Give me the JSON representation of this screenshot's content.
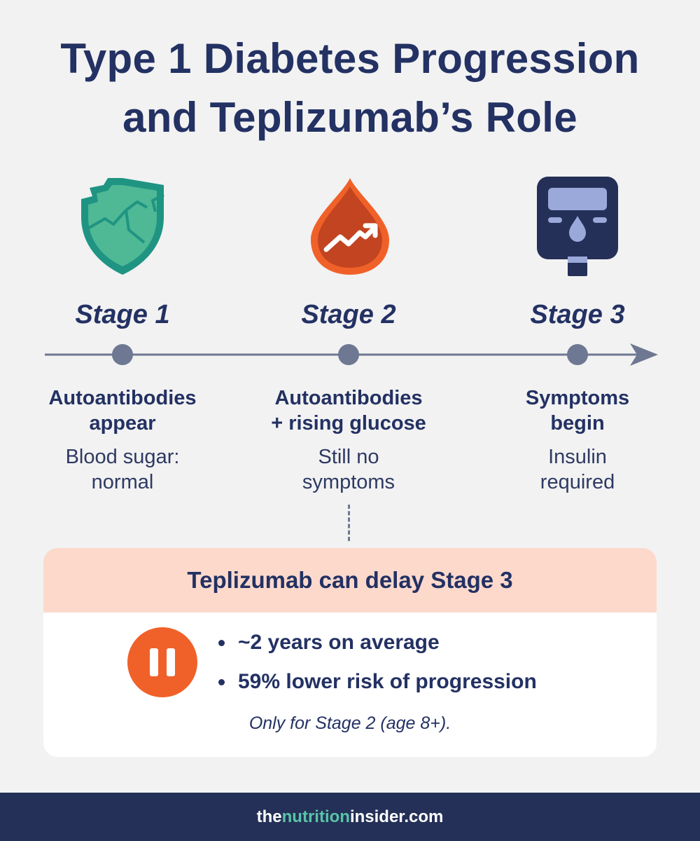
{
  "title": {
    "line1": "Type 1 Diabetes Progression",
    "line2": "and Teplizumab’s Role"
  },
  "stages": [
    {
      "label": "Stage 1",
      "icon": "cracked-shield-icon",
      "heading_line1": "Autoantibodies",
      "heading_line2": "appear",
      "detail_line1": "Blood sugar:",
      "detail_line2": "normal"
    },
    {
      "label": "Stage 2",
      "icon": "blood-drop-rising-icon",
      "heading_line1": "Autoantibodies",
      "heading_line2": "+ rising glucose",
      "detail_line1": "Still no",
      "detail_line2": "symptoms"
    },
    {
      "label": "Stage 3",
      "icon": "glucose-meter-icon",
      "heading_line1": "Symptoms",
      "heading_line2": "begin",
      "detail_line1": "Insulin",
      "detail_line2": "required"
    }
  ],
  "card": {
    "heading": "Teplizumab can delay Stage 3",
    "icon": "pause-icon",
    "bullets": [
      "~2 years on average",
      "59% lower risk of progression"
    ],
    "note": "Only for Stage 2 (age 8+)."
  },
  "footer": {
    "prefix": "the",
    "accent": "nutrition",
    "suffix": "insider.com"
  },
  "colors": {
    "navy": "#233163",
    "teal": "#4fb895",
    "orange": "#f06129",
    "peach": "#fdd9cc",
    "timeline_gray": "#6e7892"
  }
}
